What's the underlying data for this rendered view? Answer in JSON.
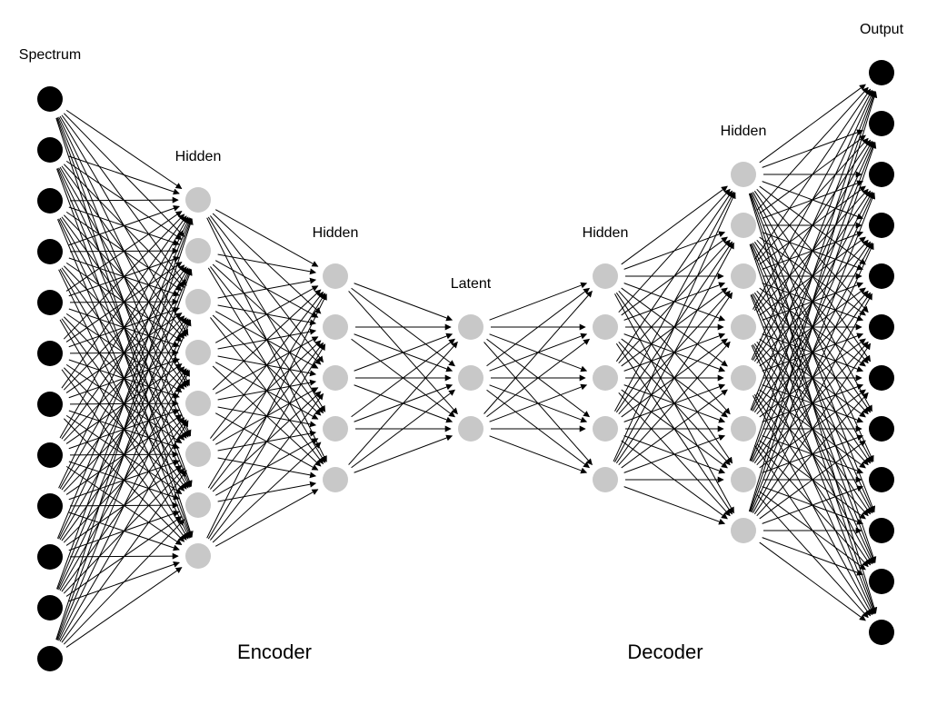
{
  "layers": [
    {
      "id": "input",
      "label": "Spectrum",
      "count": 12,
      "color": "#000000"
    },
    {
      "id": "enc-hidden-1",
      "label": "Hidden",
      "count": 8,
      "color": "#c8c8c8"
    },
    {
      "id": "enc-hidden-2",
      "label": "Hidden",
      "count": 5,
      "color": "#c8c8c8"
    },
    {
      "id": "latent",
      "label": "Latent",
      "count": 3,
      "color": "#c8c8c8"
    },
    {
      "id": "dec-hidden-1",
      "label": "Hidden",
      "count": 5,
      "color": "#c8c8c8"
    },
    {
      "id": "dec-hidden-2",
      "label": "Hidden",
      "count": 8,
      "color": "#c8c8c8"
    },
    {
      "id": "output",
      "label": "Output",
      "count": 12,
      "color": "#000000"
    }
  ],
  "sections": {
    "encoder": "Encoder",
    "decoder": "Decoder"
  },
  "edge_color": "#000000"
}
